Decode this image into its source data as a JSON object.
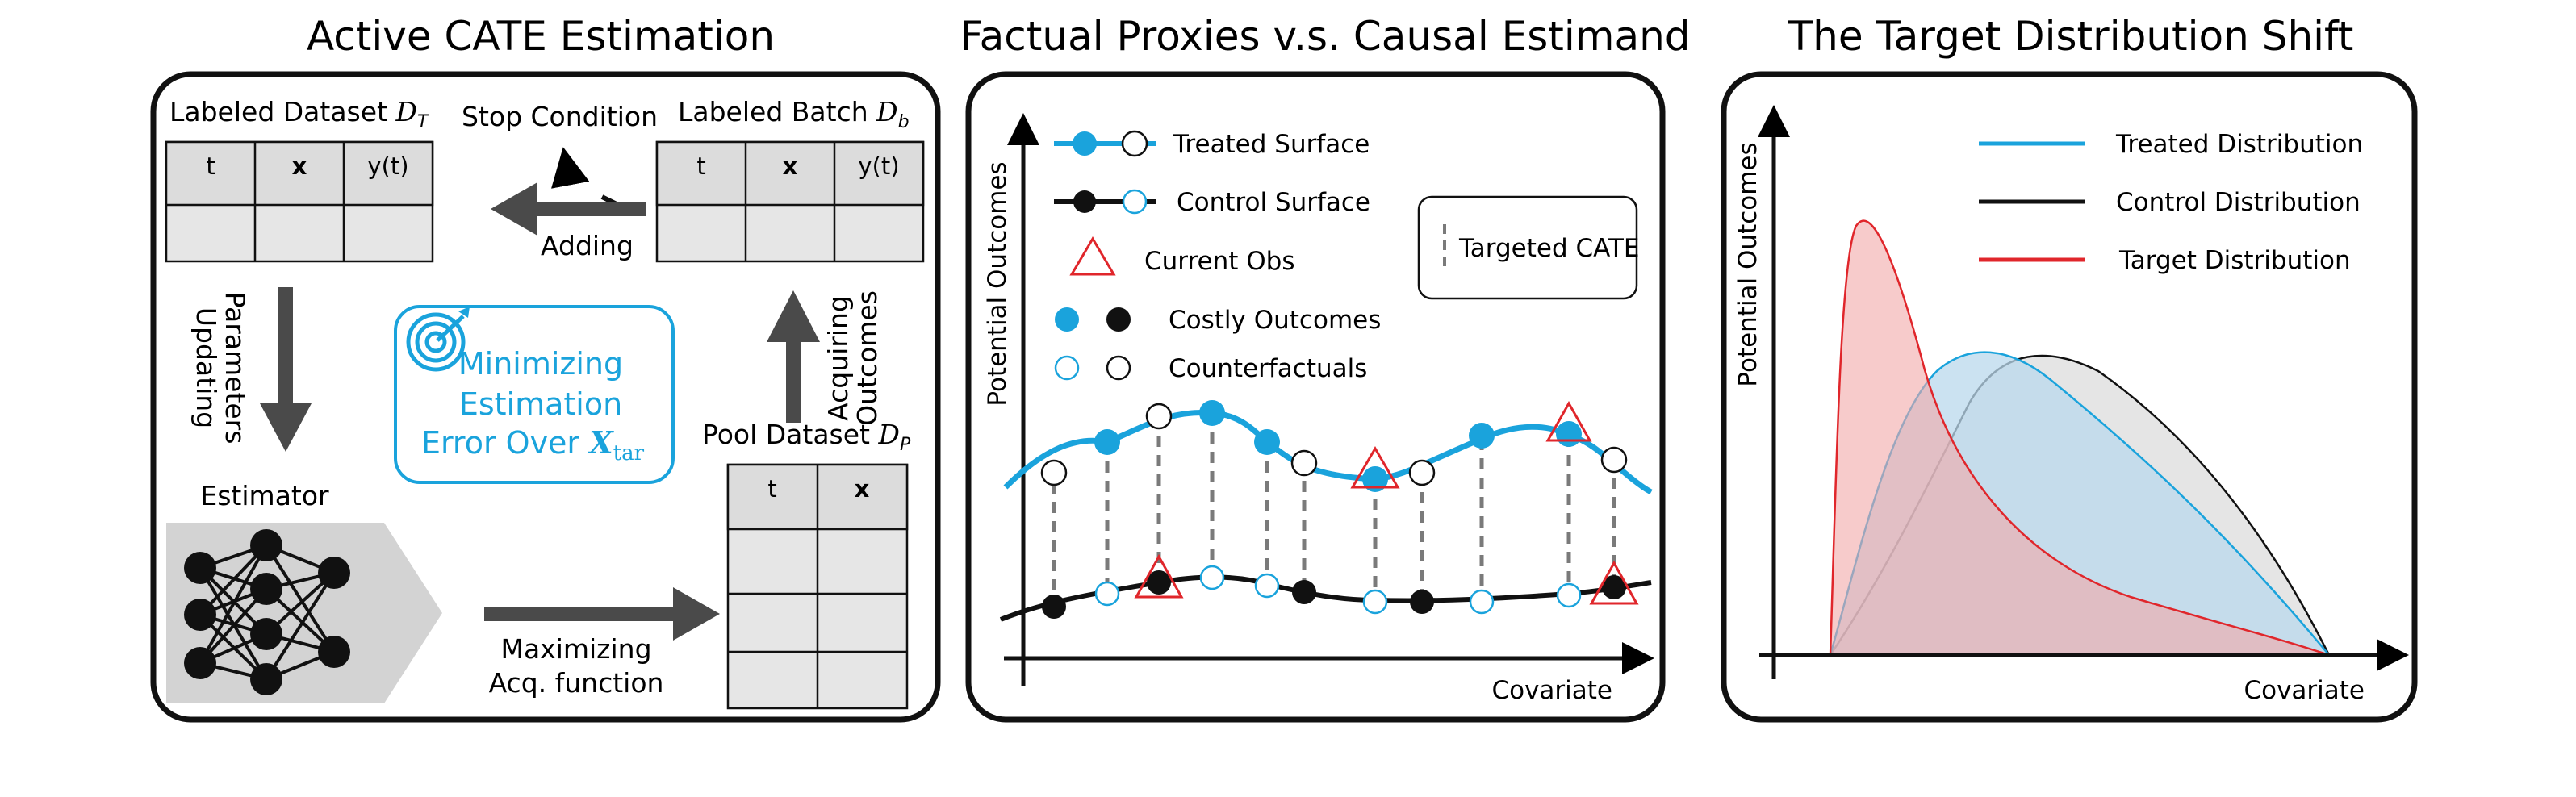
{
  "panel1": {
    "title": "Active CATE Estimation",
    "labeled_dataset": {
      "name": "Labeled Dataset",
      "symbol": "D",
      "sub": "T"
    },
    "labeled_batch": {
      "name": "Labeled Batch",
      "symbol": "D",
      "sub": "b"
    },
    "pool_dataset": {
      "name": "Pool Dataset",
      "symbol": "D",
      "sub": "P"
    },
    "table_headers": [
      "t",
      "x",
      "y(t)"
    ],
    "pool_headers": [
      "t",
      "x"
    ],
    "stop_condition": "Stop Condition",
    "adding": "Adding",
    "updating_1": "Updating",
    "updating_2": "Parameters",
    "acquiring_1": "Acquiring",
    "acquiring_2": "Outcomes",
    "goal_1": "Minimizing",
    "goal_2": "Estimation",
    "goal_3": "Error Over",
    "goal_symbol": "X",
    "goal_sub": "tar",
    "estimator": "Estimator",
    "maximizing_1": "Maximizing",
    "maximizing_2": "Acq. function"
  },
  "panel2": {
    "title": "Factual Proxies v.s. Causal Estimand",
    "ylabel": "Potential Outcomes",
    "xlabel": "Covariate",
    "legend": {
      "treated": "Treated Surface",
      "control": "Control Surface",
      "current": "Current Obs",
      "costly": "Costly Outcomes",
      "counterfactual": "Counterfactuals",
      "targeted": "Targeted CATE"
    },
    "colors": {
      "treated": "#1aa3dc",
      "control": "#000000",
      "obs": "#e0262b",
      "dash": "#7a7a7a"
    }
  },
  "panel3": {
    "title": "The Target Distribution Shift",
    "ylabel": "Potential Outcomes",
    "xlabel": "Covariate",
    "legend": {
      "treated": "Treated Distribution",
      "control": "Control Distribution",
      "target": "Target Distribution"
    },
    "colors": {
      "treated": "#1aa3dc",
      "control": "#000000",
      "target": "#e0262b"
    }
  }
}
